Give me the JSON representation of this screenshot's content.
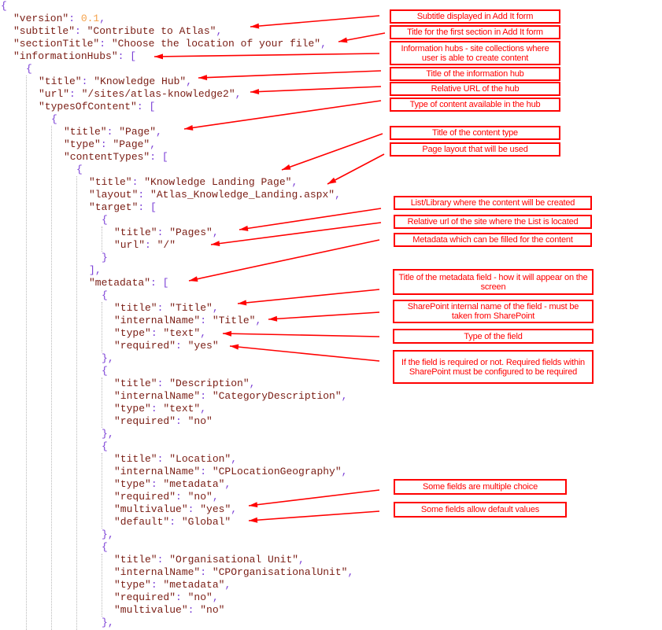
{
  "code_lines": [
    {
      "indent": 0,
      "open": "{"
    },
    {
      "indent": 1,
      "key": "version",
      "num": "0.1",
      "comma": true
    },
    {
      "indent": 1,
      "key": "subtitle",
      "str": "Contribute to Atlas",
      "comma": true
    },
    {
      "indent": 1,
      "key": "sectionTitle",
      "str": "Choose the location of your file",
      "comma": true
    },
    {
      "indent": 1,
      "key": "informationHubs",
      "open": "["
    },
    {
      "indent": 2,
      "open": "{"
    },
    {
      "indent": 3,
      "key": "title",
      "str": "Knowledge Hub",
      "comma": true
    },
    {
      "indent": 3,
      "key": "url",
      "str": "/sites/atlas-knowledge2",
      "comma": true
    },
    {
      "indent": 3,
      "key": "typesOfContent",
      "open": "["
    },
    {
      "indent": 4,
      "open": "{"
    },
    {
      "indent": 5,
      "key": "title",
      "str": "Page",
      "comma": true
    },
    {
      "indent": 5,
      "key": "type",
      "str": "Page",
      "comma": true
    },
    {
      "indent": 5,
      "key": "contentTypes",
      "open": "["
    },
    {
      "indent": 6,
      "open": "{"
    },
    {
      "indent": 7,
      "key": "title",
      "str": "Knowledge Landing Page",
      "comma": true
    },
    {
      "indent": 7,
      "key": "layout",
      "str": "Atlas_Knowledge_Landing.aspx",
      "comma": true
    },
    {
      "indent": 7,
      "key": "target",
      "open": "["
    },
    {
      "indent": 8,
      "open": "{"
    },
    {
      "indent": 9,
      "key": "title",
      "str": "Pages",
      "comma": true
    },
    {
      "indent": 9,
      "key": "url",
      "str": "/"
    },
    {
      "indent": 8,
      "open": "}"
    },
    {
      "indent": 7,
      "open": "]",
      "comma": true
    },
    {
      "indent": 7,
      "key": "metadata",
      "open": "["
    },
    {
      "indent": 8,
      "open": "{"
    },
    {
      "indent": 9,
      "key": "title",
      "str": "Title",
      "comma": true
    },
    {
      "indent": 9,
      "key": "internalName",
      "str": "Title",
      "comma": true
    },
    {
      "indent": 9,
      "key": "type",
      "str": "text",
      "comma": true
    },
    {
      "indent": 9,
      "key": "required",
      "str": "yes"
    },
    {
      "indent": 8,
      "open": "}",
      "comma": true
    },
    {
      "indent": 8,
      "open": "{"
    },
    {
      "indent": 9,
      "key": "title",
      "str": "Description",
      "comma": true
    },
    {
      "indent": 9,
      "key": "internalName",
      "str": "CategoryDescription",
      "comma": true
    },
    {
      "indent": 9,
      "key": "type",
      "str": "text",
      "comma": true
    },
    {
      "indent": 9,
      "key": "required",
      "str": "no"
    },
    {
      "indent": 8,
      "open": "}",
      "comma": true
    },
    {
      "indent": 8,
      "open": "{"
    },
    {
      "indent": 9,
      "key": "title",
      "str": "Location",
      "comma": true
    },
    {
      "indent": 9,
      "key": "internalName",
      "str": "CPLocationGeography",
      "comma": true
    },
    {
      "indent": 9,
      "key": "type",
      "str": "metadata",
      "comma": true
    },
    {
      "indent": 9,
      "key": "required",
      "str": "no",
      "comma": true
    },
    {
      "indent": 9,
      "key": "multivalue",
      "str": "yes",
      "comma": true
    },
    {
      "indent": 9,
      "key": "default",
      "str": "Global"
    },
    {
      "indent": 8,
      "open": "}",
      "comma": true
    },
    {
      "indent": 8,
      "open": "{"
    },
    {
      "indent": 9,
      "key": "title",
      "str": "Organisational Unit",
      "comma": true
    },
    {
      "indent": 9,
      "key": "internalName",
      "str": "CPOrganisationalUnit",
      "comma": true
    },
    {
      "indent": 9,
      "key": "type",
      "str": "metadata",
      "comma": true
    },
    {
      "indent": 9,
      "key": "required",
      "str": "no",
      "comma": true
    },
    {
      "indent": 9,
      "key": "multivalue",
      "str": "no"
    },
    {
      "indent": 8,
      "open": "}",
      "comma": true
    }
  ],
  "annotations": [
    {
      "name": "annotation-subtitle",
      "text": "Subtitle displayed in Add It form"
    },
    {
      "name": "annotation-section-title",
      "text": "Title for the first section in Add It form"
    },
    {
      "name": "annotation-information-hubs",
      "text": "Information hubs - site collections where user is able to create content"
    },
    {
      "name": "annotation-hub-title",
      "text": "Title of the information hub"
    },
    {
      "name": "annotation-hub-url",
      "text": "Relative URL of the hub"
    },
    {
      "name": "annotation-types-of-content",
      "text": "Type of content available in the hub"
    },
    {
      "name": "annotation-content-type-title",
      "text": "Title of the content type"
    },
    {
      "name": "annotation-page-layout",
      "text": "Page layout that will be used"
    },
    {
      "name": "annotation-target-list",
      "text": "List/Library where the content will be created"
    },
    {
      "name": "annotation-target-url",
      "text": "Relative url of the site where the List is located"
    },
    {
      "name": "annotation-metadata",
      "text": "Metadata which can be filled for the content"
    },
    {
      "name": "annotation-field-title",
      "text": "Title of the metadata field - how it will appear on the screen"
    },
    {
      "name": "annotation-internal-name",
      "text": "SharePoint internal name of the field - must be taken from SharePoint"
    },
    {
      "name": "annotation-field-type",
      "text": "Type of the field"
    },
    {
      "name": "annotation-required",
      "text": "If the field is required or not. Required fields within SharePoint must be configured to be required"
    },
    {
      "name": "annotation-multivalue",
      "text": "Some fields are multiple choice"
    },
    {
      "name": "annotation-default",
      "text": "Some fields allow default values"
    }
  ],
  "colors": {
    "annotation": "#ff0000",
    "key_string": "#7a1d14",
    "number": "#f5a24a",
    "punctuation": "#7b3fd6"
  }
}
